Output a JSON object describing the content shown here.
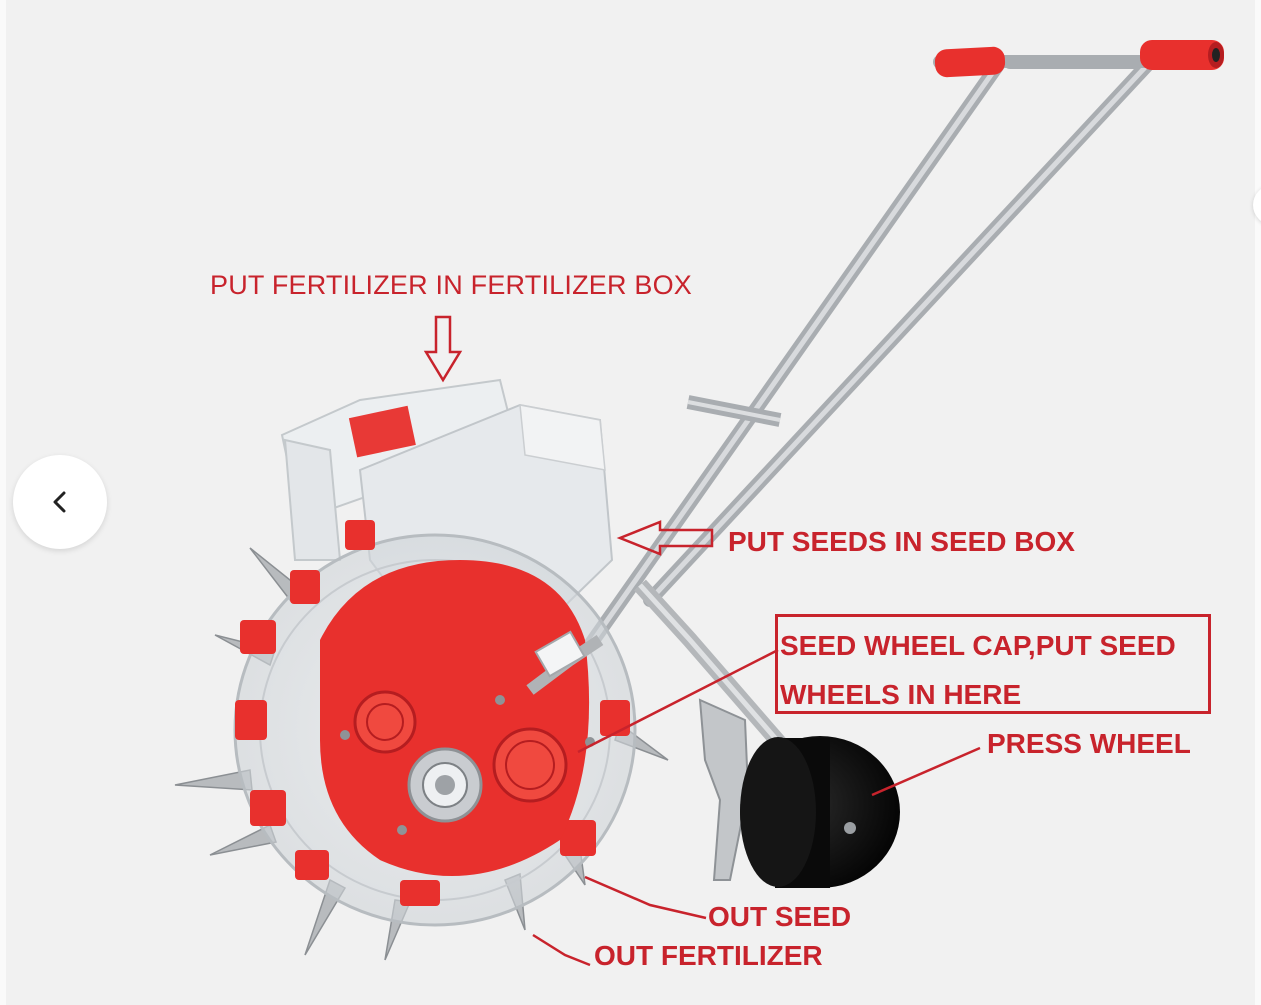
{
  "gallery": {
    "prev_icon": "chevron-left-icon",
    "next_icon": "chevron-right-icon"
  },
  "product_image": {
    "labels": {
      "fertilizer_box": "PUT FERTILIZER IN FERTILIZER BOX",
      "seed_box": "PUT SEEDS IN SEED BOX",
      "seed_wheel_cap_line1": "SEED WHEEL CAP,PUT SEED",
      "seed_wheel_cap_line2": "WHEELS IN HERE",
      "press_wheel": "PRESS WHEEL",
      "out_seed": "OUT SEED",
      "out_fertilizer": "OUT FERTILIZER"
    }
  },
  "colors": {
    "annotation": "#c8232c",
    "machine_red": "#e8302d",
    "background": "#f1f1f1",
    "metal": "#b9bcbf"
  }
}
